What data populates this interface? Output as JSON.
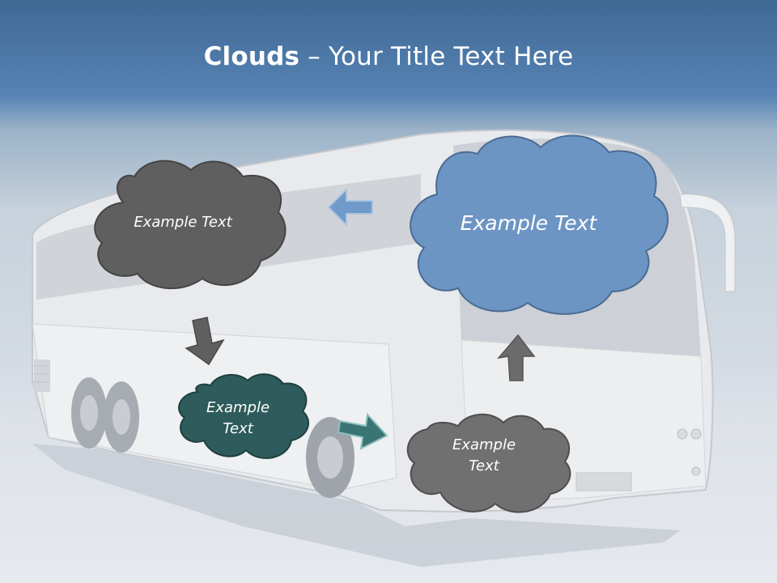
{
  "slide": {
    "title_bold": "Clouds",
    "title_dash": " – ",
    "title_rest": "Your Title Text Here"
  },
  "clouds": {
    "dark": {
      "line1": "Example Text",
      "color": "#5f5f5f"
    },
    "blue": {
      "line1": "Example Text",
      "color": "#6d95c3"
    },
    "teal": {
      "line1": "Example",
      "line2": "Text",
      "color": "#2e5b5b"
    },
    "gray": {
      "line1": "Example",
      "line2": "Text",
      "color": "#707070"
    }
  },
  "arrows": [
    {
      "name": "left-arrow",
      "color": "#6f9ac9"
    },
    {
      "name": "down-arrow",
      "color": "#5f5f5f"
    },
    {
      "name": "right-arrow",
      "color": "#3a7474"
    },
    {
      "name": "up-arrow",
      "color": "#6b6b6b"
    }
  ],
  "background": {
    "image": "bus-photo"
  }
}
